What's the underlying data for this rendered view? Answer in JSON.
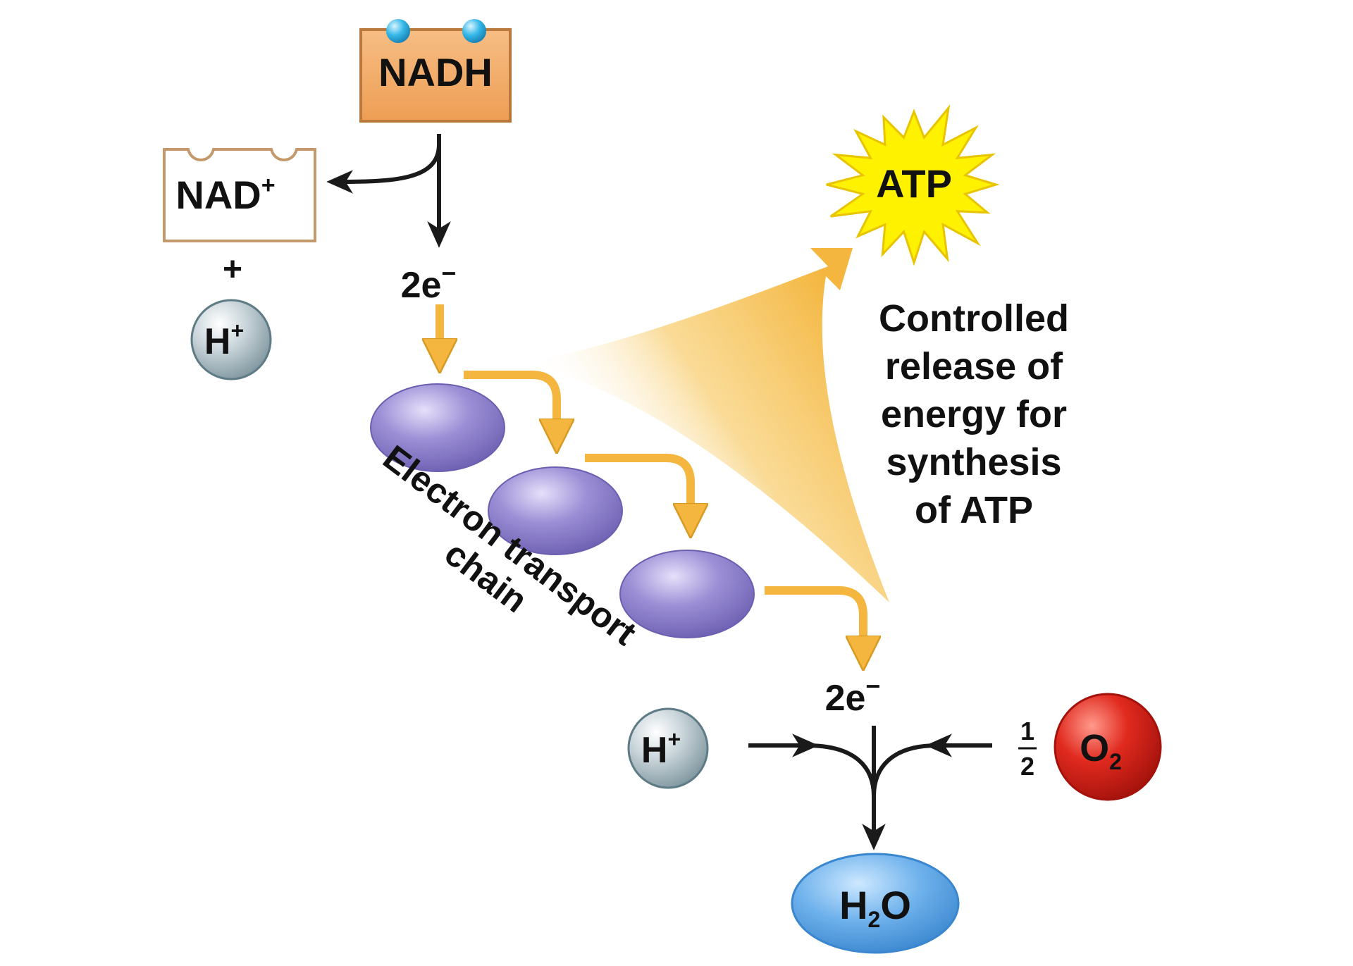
{
  "nadh": {
    "label": "NADH"
  },
  "nad_plus": {
    "base": "NAD",
    "sup": "+"
  },
  "plus_sign": "+",
  "h_plus_top": {
    "base": "H",
    "sup": "+"
  },
  "electrons_top": {
    "base": "2e",
    "sup": "−"
  },
  "atp": {
    "label": "ATP"
  },
  "energy_note": {
    "lines": [
      "Controlled",
      "release of",
      "energy for",
      "synthesis",
      "of ATP"
    ]
  },
  "etc_label": {
    "line1": "Electron transport",
    "line2": "chain"
  },
  "electrons_bottom": {
    "base": "2e",
    "sup": "−"
  },
  "h_plus_bottom": {
    "base": "H",
    "sup": "+"
  },
  "half": {
    "num": "1",
    "den": "2"
  },
  "oxygen": {
    "base": "O",
    "sub": "2"
  },
  "water": {
    "pre": "H",
    "sub": "2",
    "post": "O"
  },
  "colors": {
    "nadh_fill": "#F0A862",
    "nadh_stroke": "#B9783C",
    "nad_stroke": "#C49A6C",
    "electron_dot": "#35B8E8",
    "ion_fill": "#B7C6CC",
    "ion_stroke": "#5E7B86",
    "carrier_fill": "#8E7FC8",
    "carrier_light": "#C9C1EE",
    "gold_arrow": "#F4B63F",
    "atp_fill": "#FFF200",
    "atp_stroke": "#E8C400",
    "oxygen_fill": "#E12A1F",
    "water_fill": "#5AA6E6",
    "black_arrow": "#1A1A1A"
  }
}
